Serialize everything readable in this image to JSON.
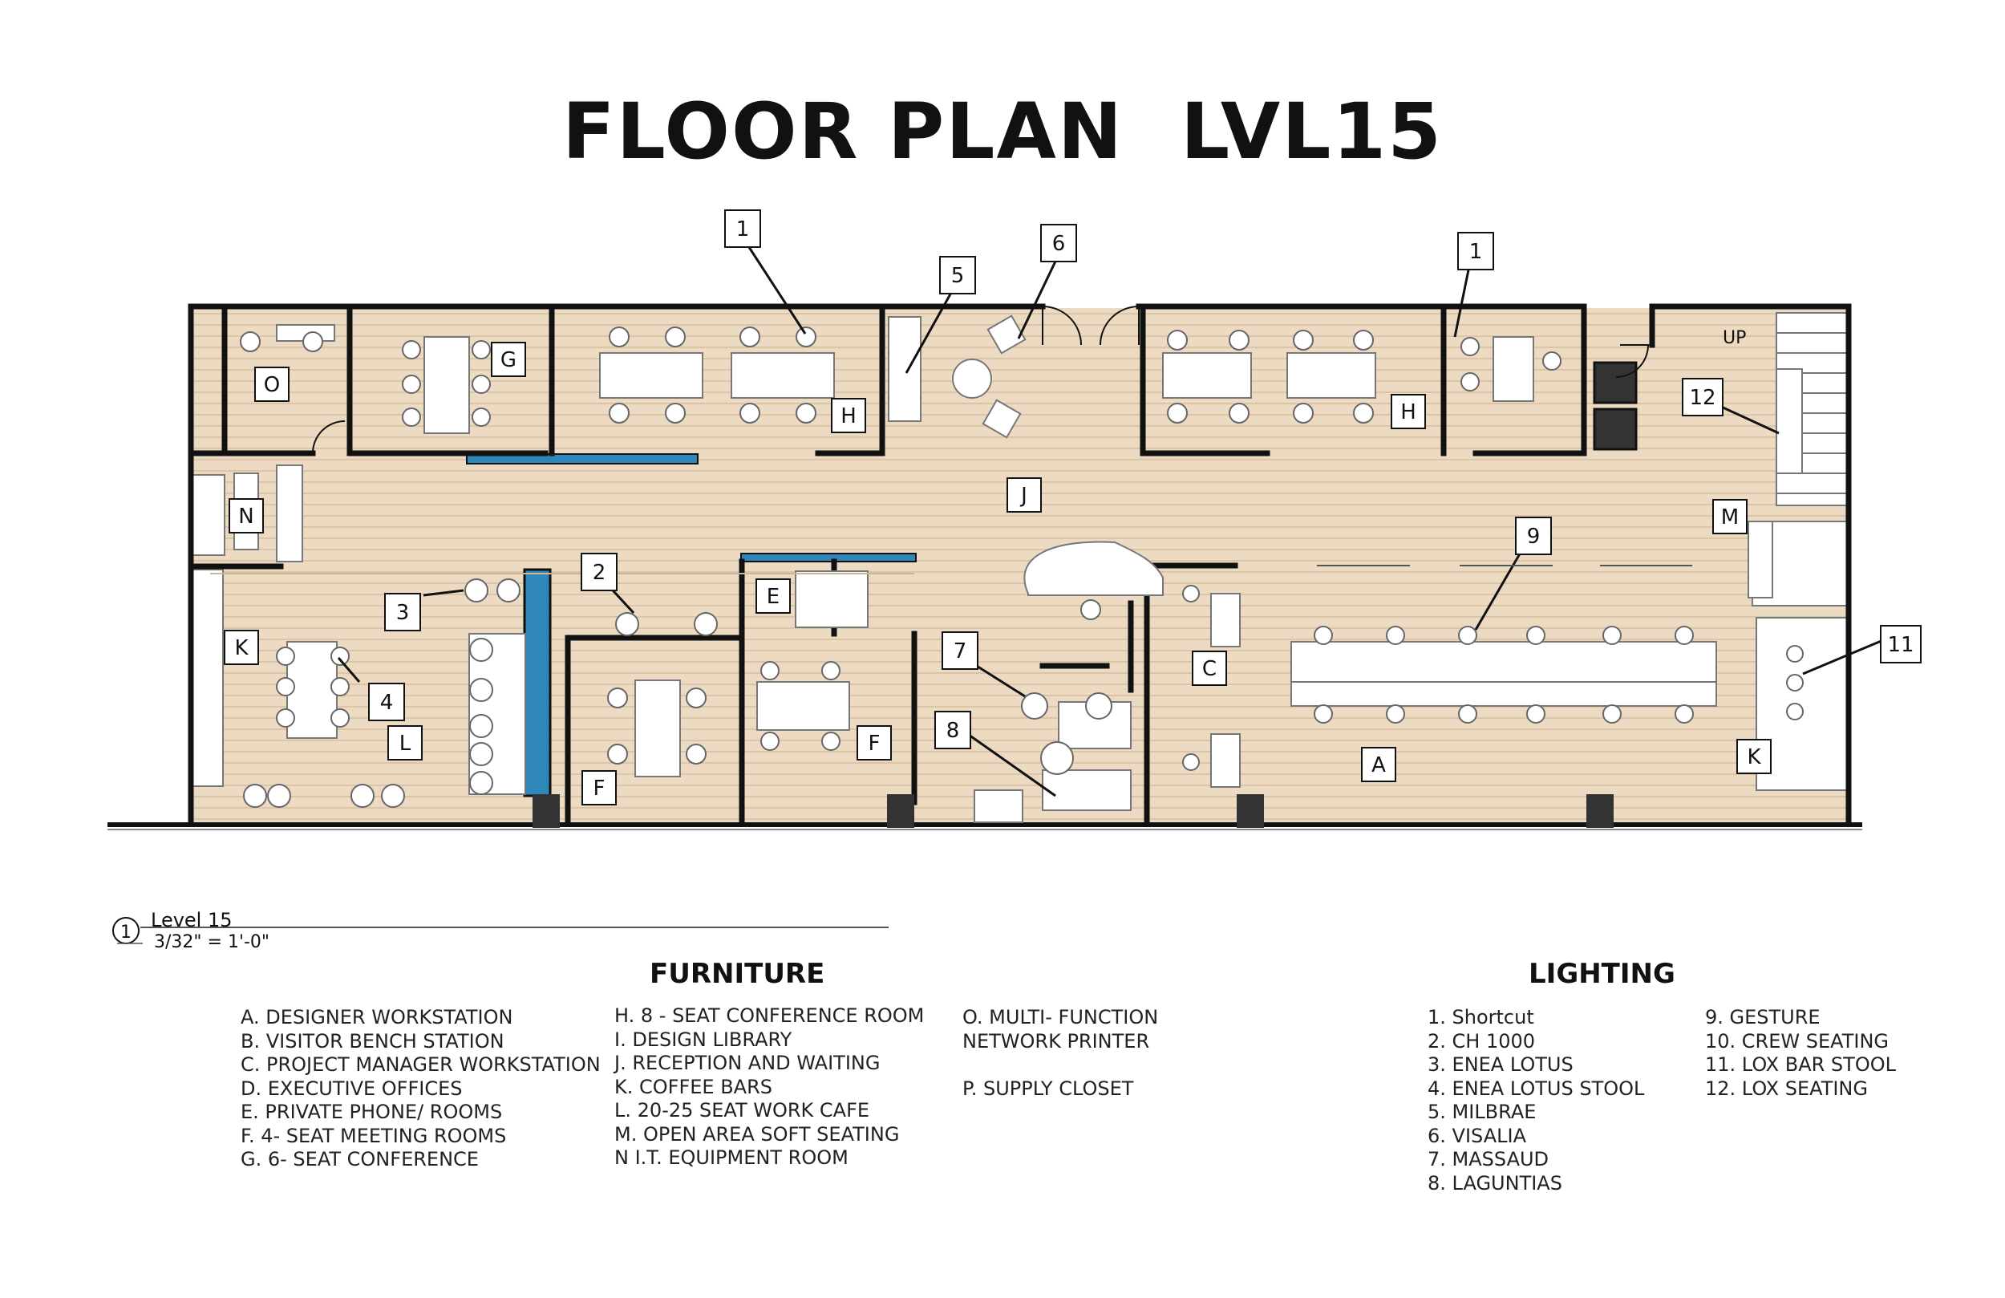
{
  "title": "FLOOR PLAN  LVL15",
  "plan": {
    "room_tags": [
      {
        "id": "tag-O",
        "text": "O"
      },
      {
        "id": "tag-G",
        "text": "G"
      },
      {
        "id": "tag-H1",
        "text": "H"
      },
      {
        "id": "tag-H2",
        "text": "H"
      },
      {
        "id": "tag-N",
        "text": "N"
      },
      {
        "id": "tag-J",
        "text": "J"
      },
      {
        "id": "tag-M",
        "text": "M"
      },
      {
        "id": "tag-E",
        "text": "E"
      },
      {
        "id": "tag-K1",
        "text": "K"
      },
      {
        "id": "tag-C",
        "text": "C"
      },
      {
        "id": "tag-L",
        "text": "L"
      },
      {
        "id": "tag-F1",
        "text": "F"
      },
      {
        "id": "tag-F2",
        "text": "F"
      },
      {
        "id": "tag-A",
        "text": "A"
      },
      {
        "id": "tag-K2",
        "text": "K"
      }
    ],
    "callouts": [
      {
        "id": "c1a",
        "text": "1"
      },
      {
        "id": "c5",
        "text": "5"
      },
      {
        "id": "c6",
        "text": "6"
      },
      {
        "id": "c1b",
        "text": "1"
      },
      {
        "id": "c12",
        "text": "12"
      },
      {
        "id": "c9",
        "text": "9"
      },
      {
        "id": "c2",
        "text": "2"
      },
      {
        "id": "c3",
        "text": "3"
      },
      {
        "id": "c4",
        "text": "4"
      },
      {
        "id": "c7",
        "text": "7"
      },
      {
        "id": "c8",
        "text": "8"
      },
      {
        "id": "c11",
        "text": "11"
      }
    ],
    "stair_label": "UP"
  },
  "scale": {
    "number": "1",
    "level": "Level 15",
    "ratio": "3/32\" = 1'-0\""
  },
  "furniture": {
    "heading": "FURNITURE",
    "col1": [
      "A. DESIGNER WORKSTATION",
      "B. VISITOR BENCH STATION",
      "C. PROJECT MANAGER WORKSTATION",
      "D. EXECUTIVE OFFICES",
      "E. PRIVATE PHONE/ ROOMS",
      "F. 4- SEAT MEETING ROOMS",
      "G. 6- SEAT CONFERENCE"
    ],
    "col2": [
      "H. 8 - SEAT CONFERENCE ROOM",
      "I. DESIGN LIBRARY",
      "J. RECEPTION AND WAITING",
      "K. COFFEE BARS",
      "L. 20-25 SEAT WORK CAFE",
      "M. OPEN AREA SOFT SEATING",
      "N I.T. EQUIPMENT ROOM"
    ],
    "col3": [
      "O. MULTI- FUNCTION",
      "NETWORK PRINTER",
      "",
      "P. SUPPLY CLOSET"
    ]
  },
  "lighting": {
    "heading": "LIGHTING",
    "col1": [
      "1. Shortcut",
      "2. CH 1000",
      "3. ENEA LOTUS",
      "4. ENEA LOTUS STOOL",
      "5. MILBRAE",
      "6. VISALIA",
      "7. MASSAUD",
      "8. LAGUNTIAS"
    ],
    "col2": [
      "9. GESTURE",
      "10. CREW SEATING",
      "11. LOX BAR STOOL",
      "12. LOX SEATING"
    ]
  },
  "colors": {
    "floor": "#ecd9c0",
    "floor_line": "#d9c3a4",
    "wall": "#111111",
    "water": "#2f86b8",
    "stone": "#444444"
  }
}
